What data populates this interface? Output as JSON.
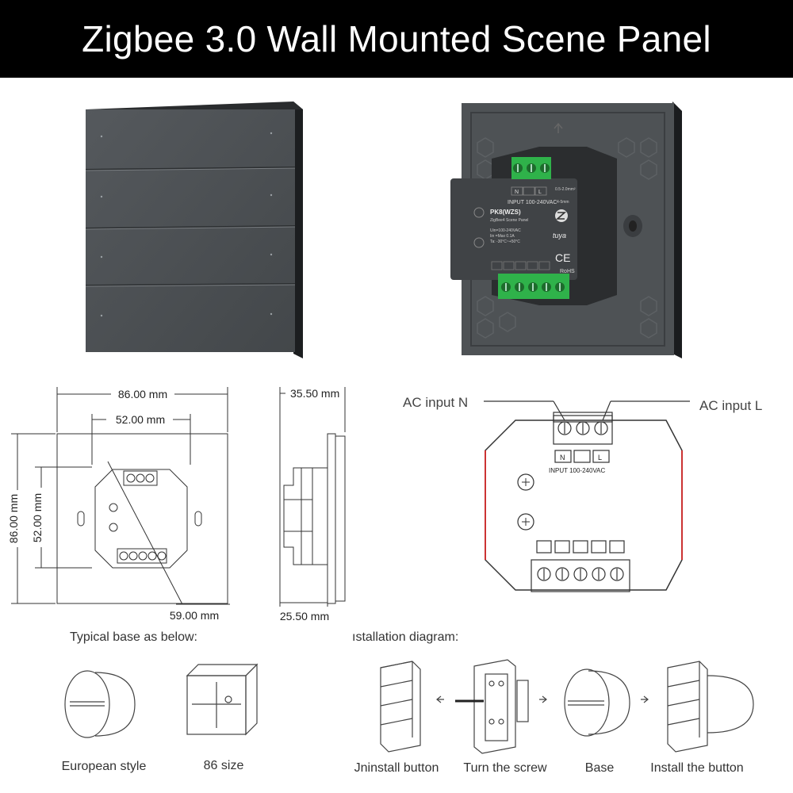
{
  "title": "Zigbee 3.0 Wall Mounted Scene Panel",
  "module": {
    "terminal_N": "N",
    "terminal_L": "L",
    "input_label": "INPUT 100-240VAC",
    "model": "PK8(WZS)",
    "model_sub": "ZigBee4 Scene Panel",
    "spec_lines": [
      "Uin=100-240VAC",
      "Iin =Max 0.1A",
      "Ta: -30°C~+50°C"
    ],
    "wire_spec": "0.5-2.0mm²",
    "strip_len": "4-5mm",
    "brand": "tuya",
    "ce": "CE",
    "rohs": "RoHS"
  },
  "dimensions": {
    "outer_width": "86.00 mm",
    "inner_width": "52.00 mm",
    "outer_height": "86.00 mm",
    "inner_height": "52.00 mm",
    "diagonal": "59.00 mm",
    "total_depth": "35.50 mm",
    "module_depth": "25.50 mm"
  },
  "wiring": {
    "ac_n": "AC input N",
    "ac_l": "AC input  L",
    "terminal_N": "N",
    "terminal_L": "L",
    "input_label": "INPUT 100-240VAC"
  },
  "base_section": {
    "heading": "Typical base as below:",
    "items": [
      "European style",
      "86 size"
    ]
  },
  "install_section": {
    "heading": "ıstallation diagram:",
    "steps": [
      "Jninstall button",
      "Turn the screw",
      "Base",
      "Install the button"
    ]
  },
  "colors": {
    "panel": "#4a4e52",
    "panel_dark": "#2e3133",
    "terminal_green": "#2fb24a",
    "line": "#333333"
  }
}
